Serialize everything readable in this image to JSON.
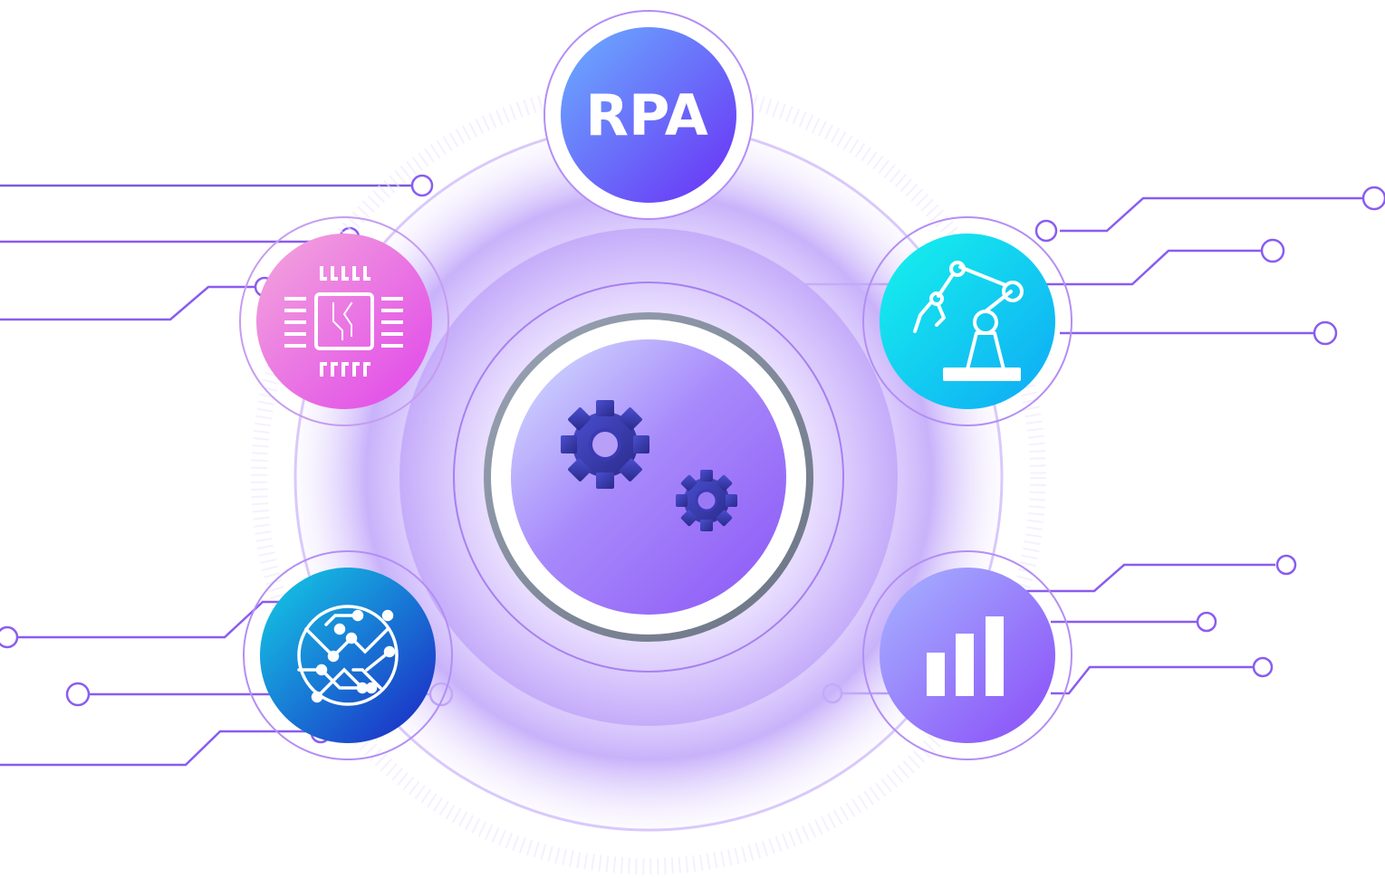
{
  "center": {
    "label": "RPA",
    "icon": "gears-icon"
  },
  "nodes": [
    {
      "id": "chip",
      "icon": "microchip-icon",
      "color_start": "#f29bd8",
      "color_end": "#e04de9"
    },
    {
      "id": "robot",
      "icon": "robotic-arm-icon",
      "color_start": "#19f0ee",
      "color_end": "#10b4f4"
    },
    {
      "id": "ai-circuit",
      "icon": "circuit-brain-icon",
      "color_start": "#12c5e8",
      "color_end": "#1b2fc9"
    },
    {
      "id": "analytics",
      "icon": "bar-chart-icon",
      "color_start": "#9aa8ff",
      "color_end": "#8e54f9"
    }
  ],
  "colors": {
    "rpa_start": "#6aa7ff",
    "rpa_end": "#6a35f6",
    "halo": "#c8b2fb",
    "connector": "#8a5cf0"
  }
}
